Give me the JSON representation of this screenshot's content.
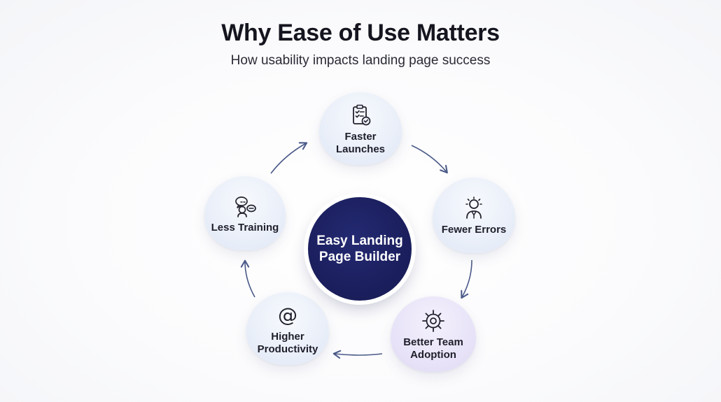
{
  "header": {
    "title": "Why Ease of Use Matters",
    "subtitle": "How usability impacts landing page success"
  },
  "center": {
    "label": "Easy Landing Page Builder"
  },
  "nodes": [
    {
      "label": "Faster Launches",
      "icon": "checklist-icon"
    },
    {
      "label": "Fewer Errors",
      "icon": "person-idea-icon"
    },
    {
      "label": "Better Team Adoption",
      "icon": "gear-icon"
    },
    {
      "label": "Higher Productivity",
      "icon": "at-sign-icon"
    },
    {
      "label": "Less Training",
      "icon": "chat-people-icon"
    }
  ],
  "colors": {
    "center_fill": "#1b1f5e",
    "node_fill": "#e7edf8",
    "node_fill_accent": "#e6e1f7",
    "arrow": "#4b5a88"
  }
}
